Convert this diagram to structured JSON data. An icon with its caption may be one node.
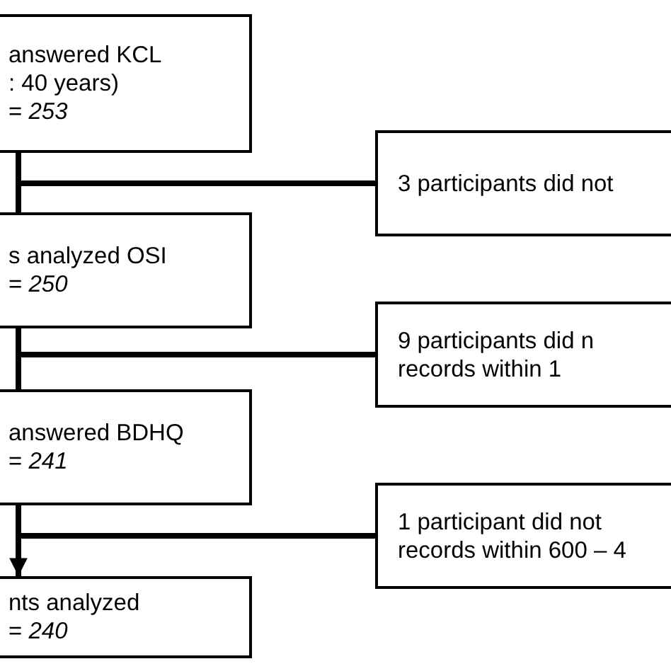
{
  "diagram": {
    "nodes": [
      {
        "text": [
          "answered KCL",
          ": 40 years)",
          "= *253*"
        ]
      },
      {
        "text": [
          "s analyzed OSI",
          "= *250*"
        ]
      },
      {
        "text": [
          "answered BDHQ",
          "= *241*"
        ]
      },
      {
        "text": [
          "nts analyzed",
          "= *240*"
        ]
      },
      {
        "text": [
          "3 participants did not"
        ]
      },
      {
        "text": [
          "9 participants did n",
          "records within 1"
        ]
      },
      {
        "text": [
          "1 participant did not",
          "records within 600 – 4"
        ]
      }
    ],
    "edges": [
      {
        "from": 0,
        "to": 1,
        "arrow": "none"
      },
      {
        "from": 0,
        "to": 4,
        "arrow": "none"
      },
      {
        "from": 1,
        "to": 2,
        "arrow": "none"
      },
      {
        "from": 1,
        "to": 5,
        "arrow": "none"
      },
      {
        "from": 2,
        "to": 3,
        "arrow": "to"
      },
      {
        "from": 2,
        "to": 6,
        "arrow": "none"
      }
    ]
  }
}
